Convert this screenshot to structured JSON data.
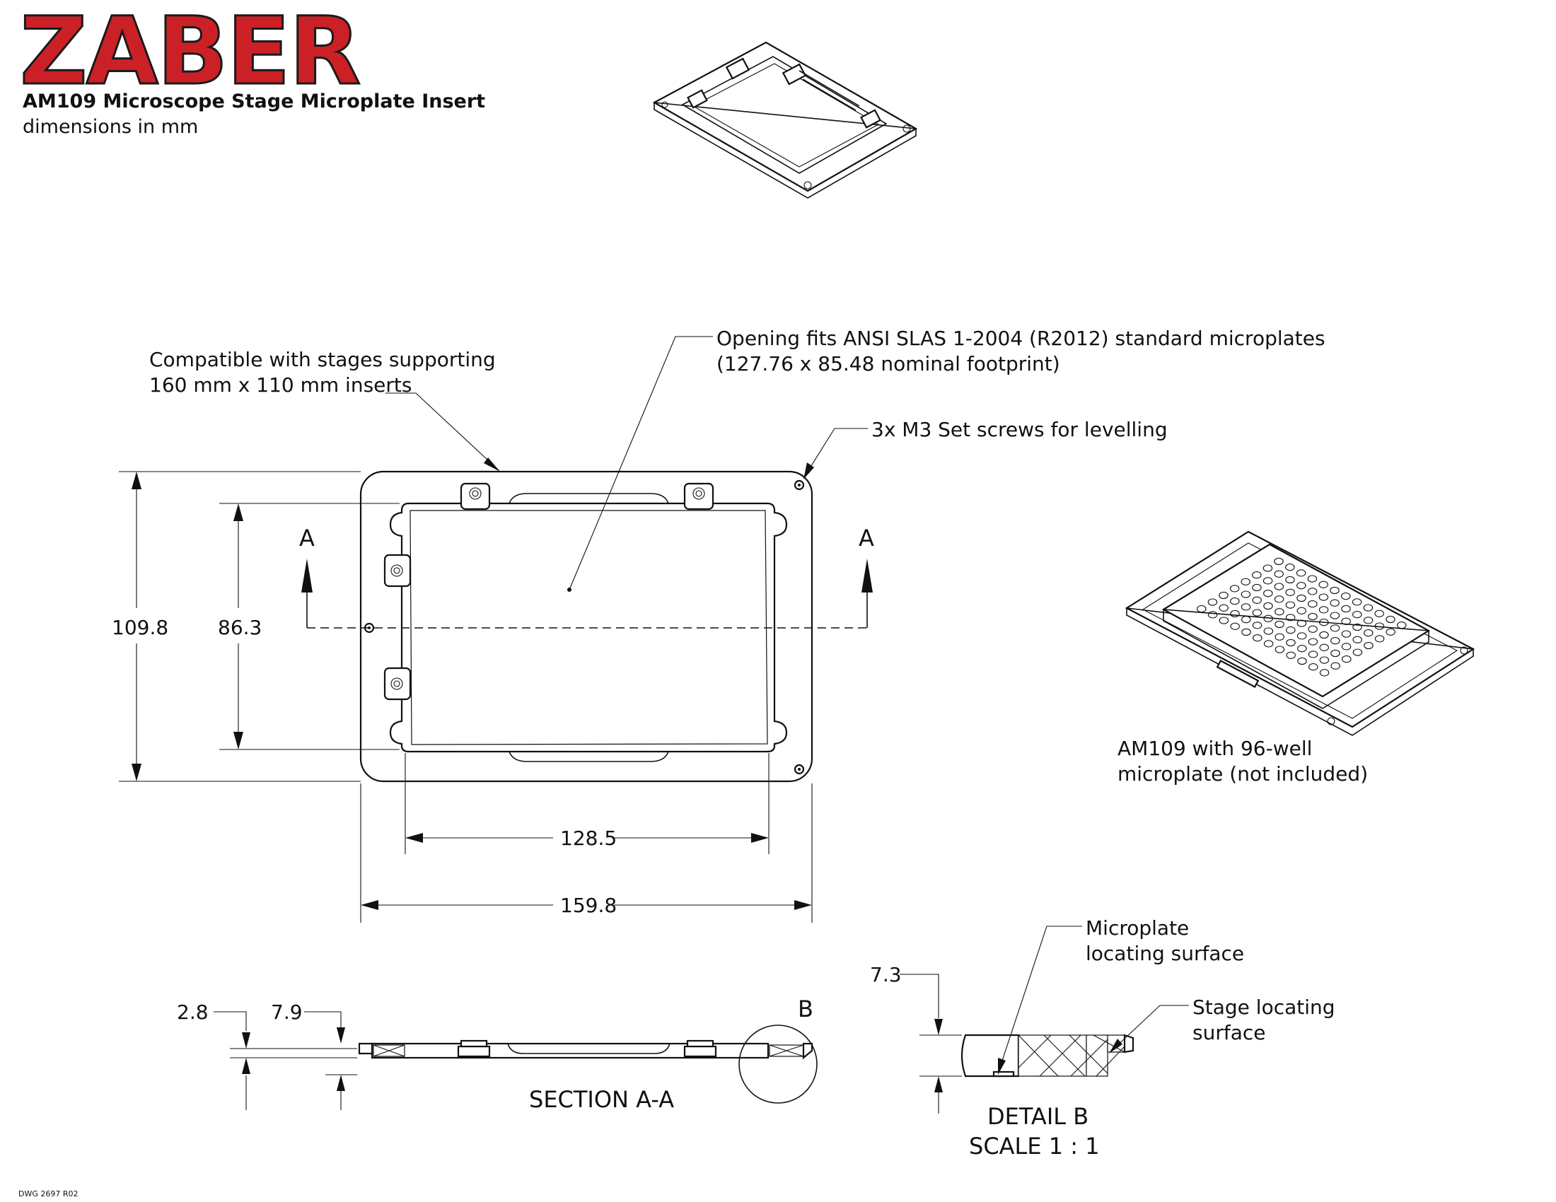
{
  "brand": {
    "logo_text": "ZABER",
    "logo_color": "#cc2027"
  },
  "title": {
    "product": "AM109 Microscope Stage Microplate Insert",
    "units": "dimensions in mm"
  },
  "callouts": {
    "compatible_line1": "Compatible with stages supporting",
    "compatible_line2": "160 mm x 110 mm inserts",
    "opening_line1": "Opening fits ANSI SLAS 1-2004 (R2012) standard microplates",
    "opening_line2": "(127.76 x 85.48 nominal footprint)",
    "screws": "3x M3 Set screws for levelling",
    "iso_caption_line1": "AM109 with 96-well",
    "iso_caption_line2": "microplate (not included)",
    "microplate_surface_line1": "Microplate",
    "microplate_surface_line2": "locating surface",
    "stage_surface_line1": "Stage locating",
    "stage_surface_line2": "surface"
  },
  "dimensions": {
    "outer_height": "109.8",
    "inner_height": "86.3",
    "inner_width": "128.5",
    "outer_width": "159.8",
    "thickness": "2.8",
    "overall_height": "7.9",
    "detail_height": "7.3"
  },
  "labels": {
    "section_marker": "A",
    "section_title": "SECTION A-A",
    "detail_marker": "B",
    "detail_title": "DETAIL B",
    "detail_scale": "SCALE 1 : 1"
  },
  "footer": {
    "drawing_number": "DWG 2697 R02"
  }
}
